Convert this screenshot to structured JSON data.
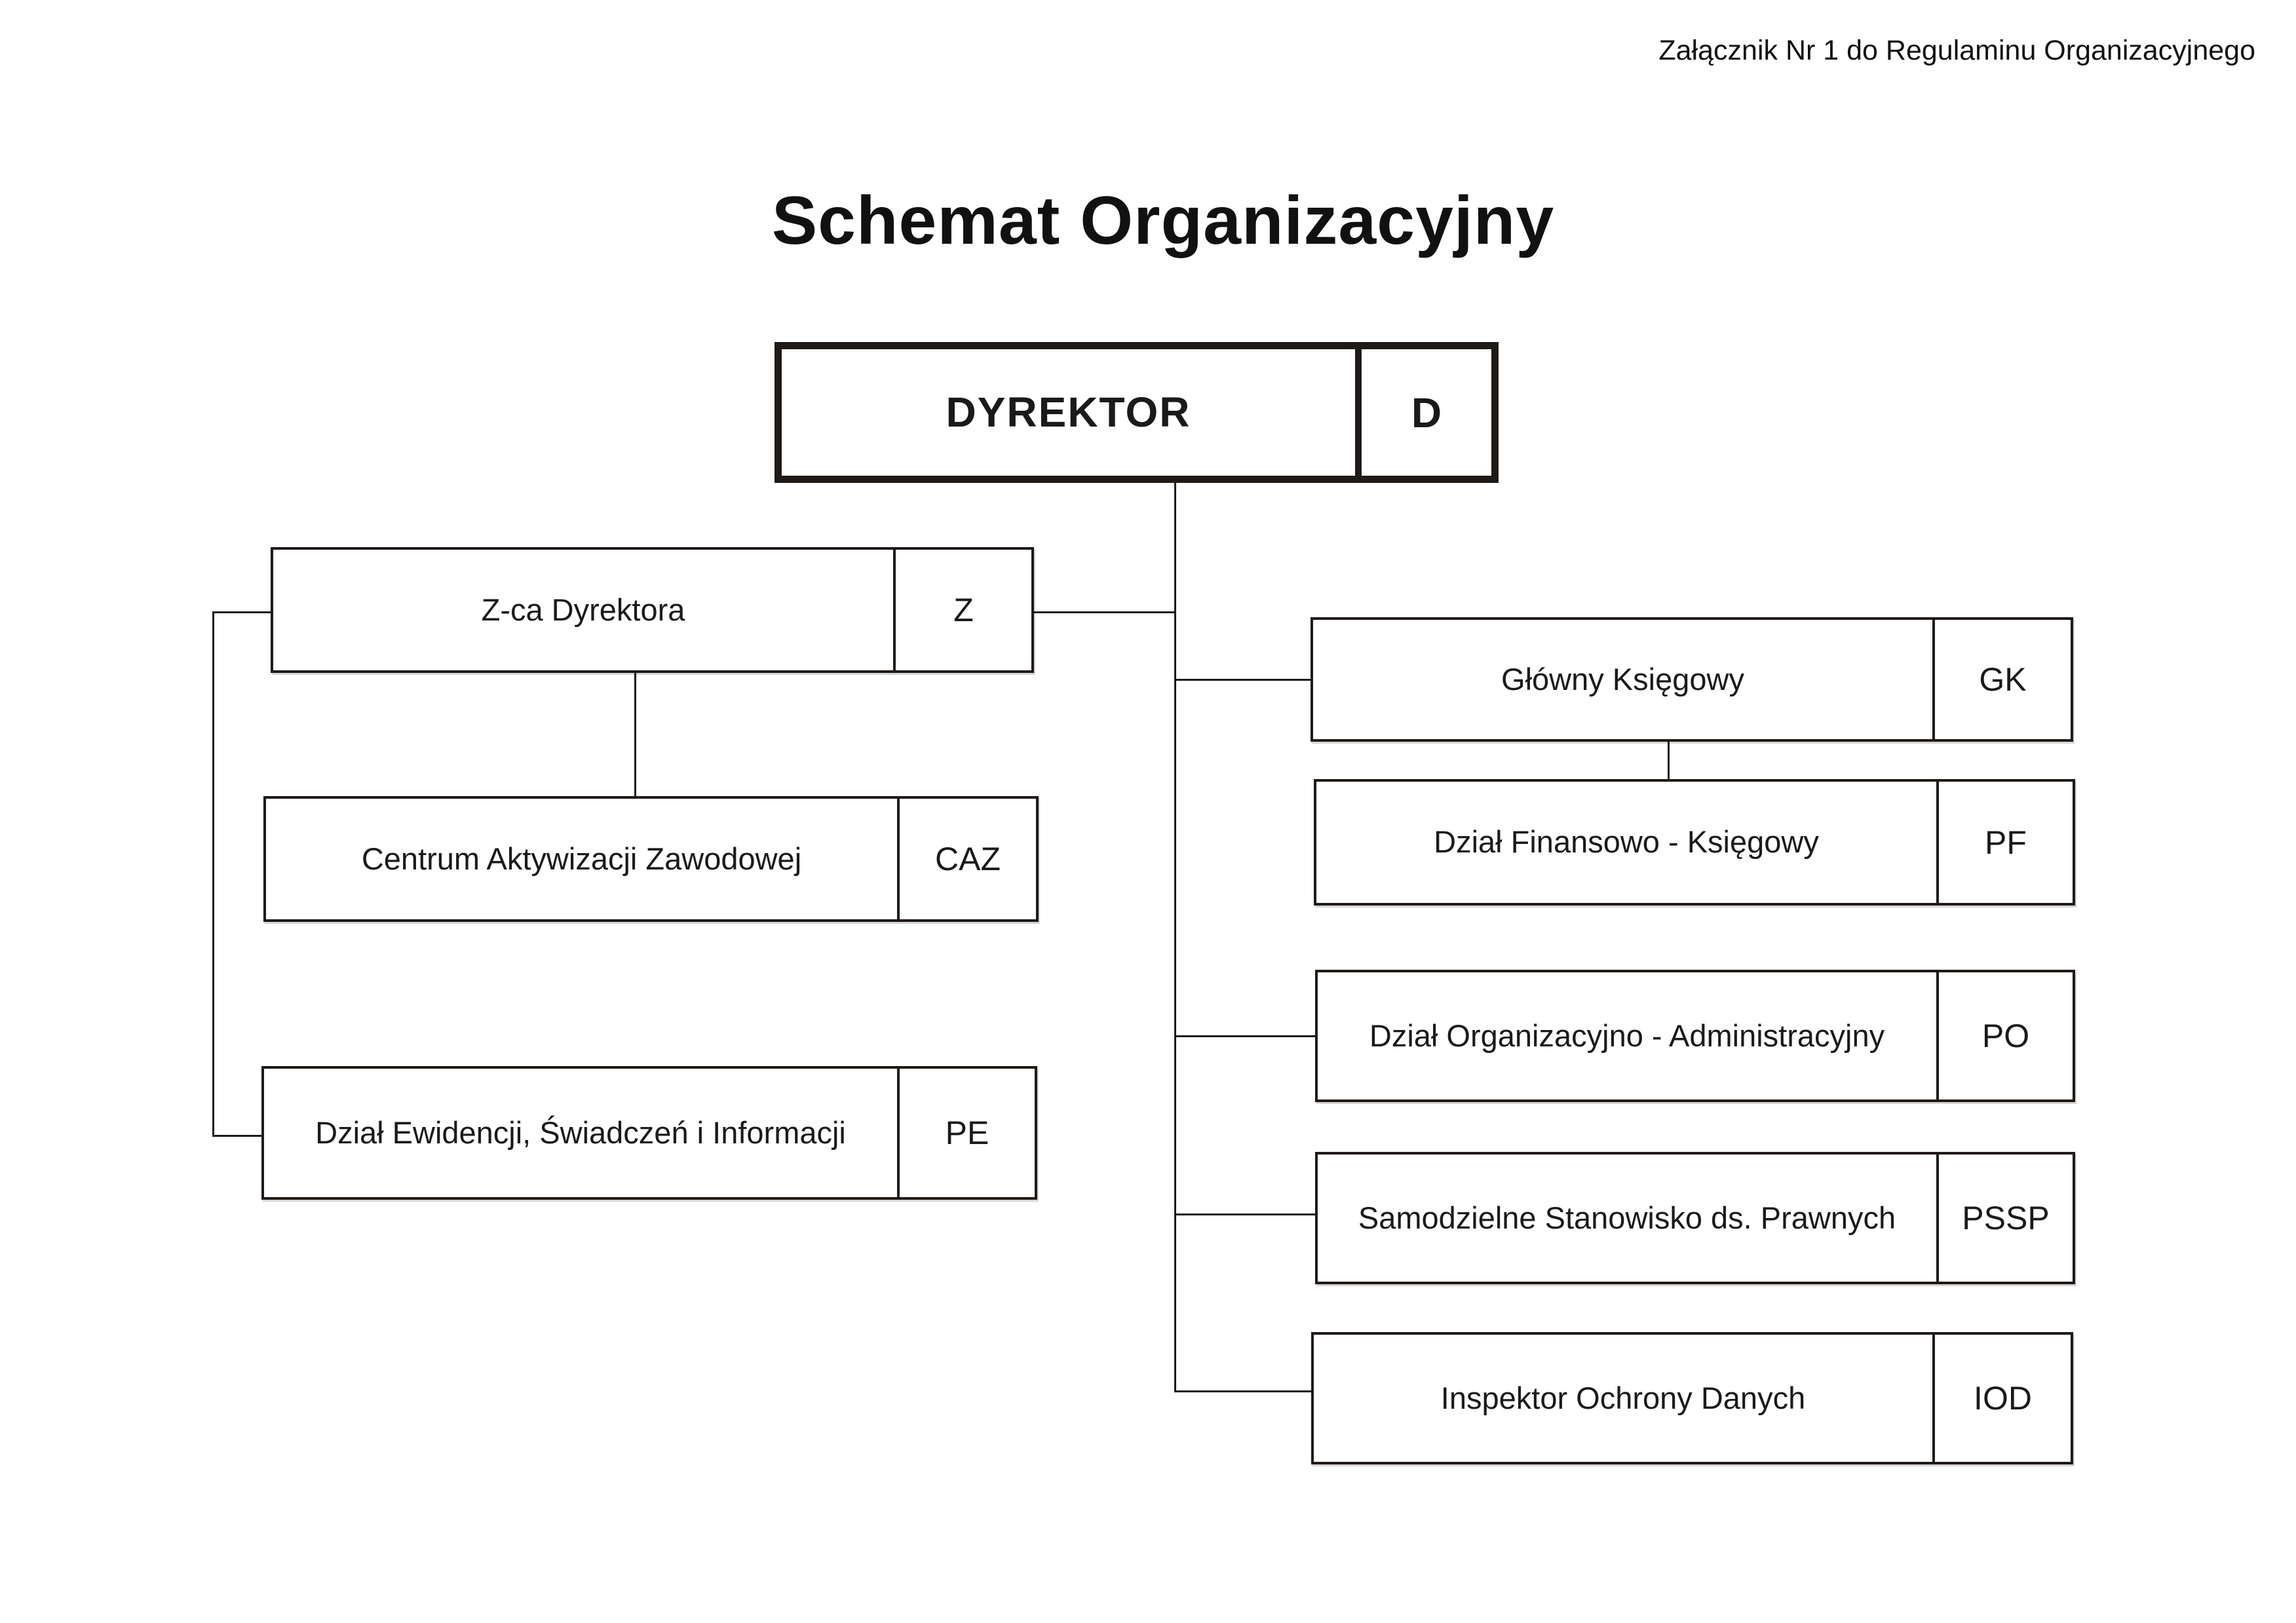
{
  "annotation": "Załącznik Nr 1 do Regulaminu Organizacyjnego",
  "title": "Schemat Organizacyjny",
  "colors": {
    "background": "#ffffff",
    "line": "#1f1a17",
    "text": "#111111"
  },
  "nodes": {
    "dyrektor": {
      "label": "DYREKTOR",
      "code": "D"
    },
    "deputy": {
      "label": "Z-ca Dyrektora",
      "code": "Z"
    },
    "caz": {
      "label": "Centrum Aktywizacji Zawodowej",
      "code": "CAZ"
    },
    "pe": {
      "label": "Dział Ewidencji, Świadczeń i Informacji",
      "code": "PE"
    },
    "gk": {
      "label": "Główny Księgowy",
      "code": "GK"
    },
    "pf": {
      "label": "Dział Finansowo - Księgowy",
      "code": "PF"
    },
    "po": {
      "label": "Dział Organizacyjno - Administracyjny",
      "code": "PO"
    },
    "pssp": {
      "label": "Samodzielne Stanowisko ds. Prawnych",
      "code": "PSSP"
    },
    "iod": {
      "label": "Inspektor Ochrony Danych",
      "code": "IOD"
    }
  }
}
